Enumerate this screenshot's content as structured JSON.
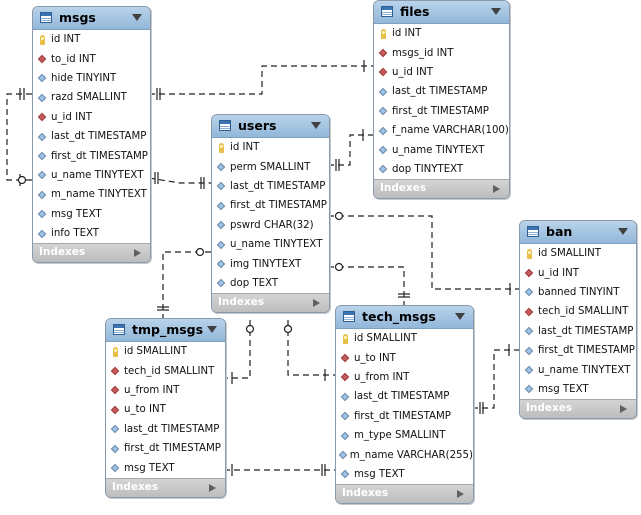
{
  "indexes_label": "Indexes",
  "colors": {
    "header": "#a4c4e3",
    "footer": "#c8c8c8",
    "fk_marker": "#c65a5a",
    "pk_marker": "#e7c04a"
  },
  "tables": [
    {
      "id": "msgs",
      "name": "msgs",
      "columns": [
        {
          "key": "pk",
          "name": "id INT"
        },
        {
          "key": "fk",
          "name": "to_id INT"
        },
        {
          "key": "col",
          "name": "hide TINYINT"
        },
        {
          "key": "col",
          "name": "razd SMALLINT"
        },
        {
          "key": "fk",
          "name": "u_id INT"
        },
        {
          "key": "col",
          "name": "last_dt TIMESTAMP"
        },
        {
          "key": "col",
          "name": "first_dt TIMESTAMP"
        },
        {
          "key": "col",
          "name": "u_name TINYTEXT"
        },
        {
          "key": "col",
          "name": "m_name TINYTEXT"
        },
        {
          "key": "col",
          "name": "msg TEXT"
        },
        {
          "key": "col",
          "name": "info TEXT"
        }
      ]
    },
    {
      "id": "files",
      "name": "files",
      "columns": [
        {
          "key": "pk",
          "name": "id INT"
        },
        {
          "key": "fk",
          "name": "msgs_id INT"
        },
        {
          "key": "fk",
          "name": "u_id INT"
        },
        {
          "key": "col",
          "name": "last_dt TIMESTAMP"
        },
        {
          "key": "col",
          "name": "first_dt TIMESTAMP"
        },
        {
          "key": "col",
          "name": "f_name VARCHAR(100)"
        },
        {
          "key": "col",
          "name": "u_name TINYTEXT"
        },
        {
          "key": "col",
          "name": "dop TINYTEXT"
        }
      ]
    },
    {
      "id": "users",
      "name": "users",
      "columns": [
        {
          "key": "pk",
          "name": "id INT"
        },
        {
          "key": "col",
          "name": "perm SMALLINT"
        },
        {
          "key": "col",
          "name": "last_dt TIMESTAMP"
        },
        {
          "key": "col",
          "name": "first_dt TIMESTAMP"
        },
        {
          "key": "col",
          "name": "pswrd CHAR(32)"
        },
        {
          "key": "col",
          "name": "u_name TINYTEXT"
        },
        {
          "key": "col",
          "name": "img TINYTEXT"
        },
        {
          "key": "col",
          "name": "dop TEXT"
        }
      ]
    },
    {
      "id": "ban",
      "name": "ban",
      "columns": [
        {
          "key": "pk",
          "name": "id SMALLINT"
        },
        {
          "key": "fk",
          "name": "u_id INT"
        },
        {
          "key": "col",
          "name": "banned TINYINT"
        },
        {
          "key": "fk",
          "name": "tech_id SMALLINT"
        },
        {
          "key": "col",
          "name": "last_dt TIMESTAMP"
        },
        {
          "key": "col",
          "name": "first_dt TIMESTAMP"
        },
        {
          "key": "col",
          "name": "u_name TINYTEXT"
        },
        {
          "key": "col",
          "name": "msg TEXT"
        }
      ]
    },
    {
      "id": "tmp_msgs",
      "name": "tmp_msgs",
      "columns": [
        {
          "key": "pk",
          "name": "id SMALLINT"
        },
        {
          "key": "fk",
          "name": "tech_id SMALLINT"
        },
        {
          "key": "fk",
          "name": "u_from INT"
        },
        {
          "key": "fk",
          "name": "u_to INT"
        },
        {
          "key": "col",
          "name": "last_dt TIMESTAMP"
        },
        {
          "key": "col",
          "name": "first_dt TIMESTAMP"
        },
        {
          "key": "col",
          "name": "msg TEXT"
        }
      ]
    },
    {
      "id": "tech_msgs",
      "name": "tech_msgs",
      "columns": [
        {
          "key": "pk",
          "name": "id SMALLINT"
        },
        {
          "key": "fk",
          "name": "u_to INT"
        },
        {
          "key": "fk",
          "name": "u_from INT"
        },
        {
          "key": "col",
          "name": "last_dt TIMESTAMP"
        },
        {
          "key": "col",
          "name": "first_dt TIMESTAMP"
        },
        {
          "key": "col",
          "name": "m_type SMALLINT"
        },
        {
          "key": "col",
          "name": "m_name VARCHAR(255)"
        },
        {
          "key": "col",
          "name": "msg TEXT"
        }
      ]
    }
  ]
}
